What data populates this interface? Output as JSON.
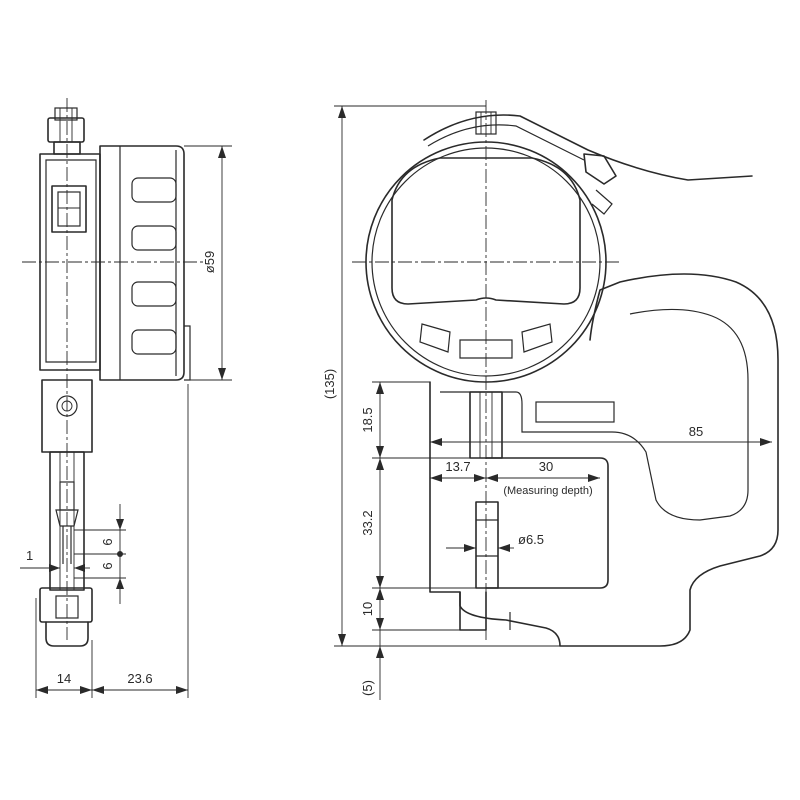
{
  "dimensions": {
    "side_dial_diameter": "ø59",
    "side_width_body": "14",
    "side_depth": "23.6",
    "side_anvil_gap": "1",
    "side_contact_upper": "6",
    "side_contact_lower": "6",
    "front_total_height": "(135)",
    "front_upper_height": "18.5",
    "front_throat_height": "33.2",
    "front_base_height": "10",
    "front_bottom_offset": "(5)",
    "front_offset": "13.7",
    "front_throat_depth": "30",
    "front_throat_depth_note": "(Measuring depth)",
    "front_total_depth": "85",
    "front_anvil_diameter": "ø6.5"
  }
}
